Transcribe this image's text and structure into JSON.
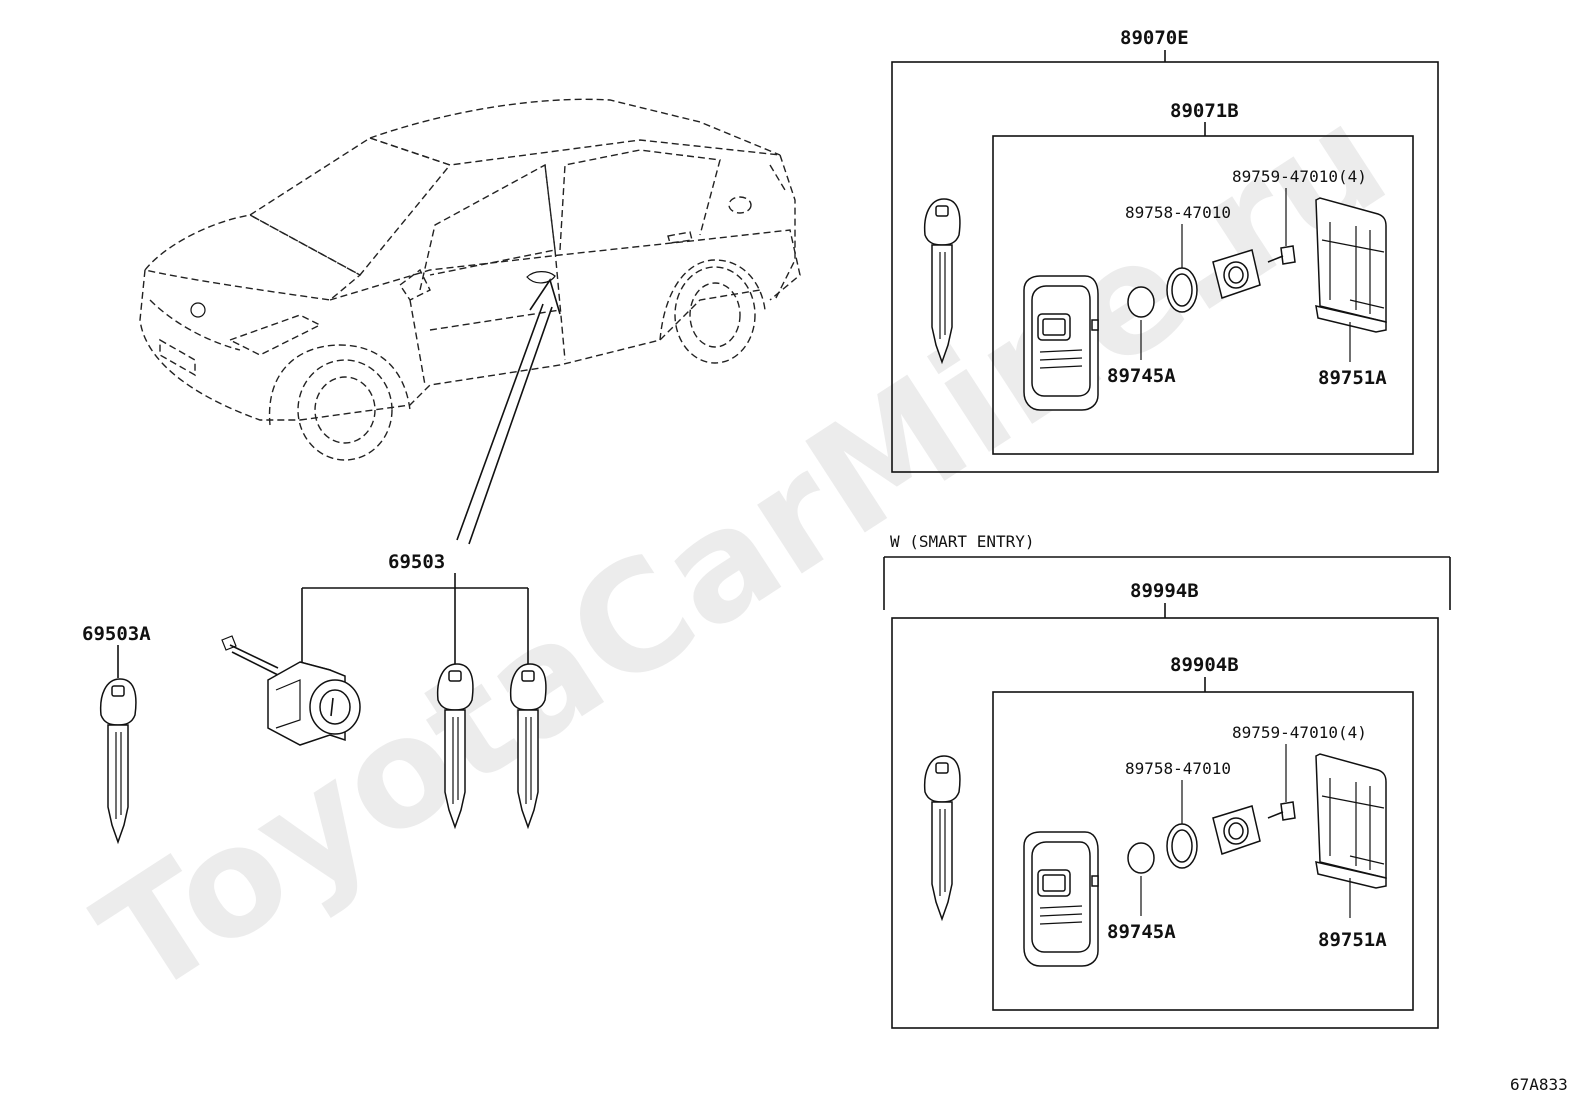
{
  "watermark": "ToyotaCarMine.ru",
  "figure_code": "67A833",
  "left": {
    "lock_set": "69503",
    "spare_key": "69503A"
  },
  "top_assembly": {
    "outer": "89070E",
    "inner": "89071B",
    "screw": "89759-47010(4)",
    "gasket": "89758-47010",
    "battery": "89745A",
    "case": "89751A"
  },
  "smart_entry": {
    "heading": "W (SMART ENTRY)",
    "outer": "89994B",
    "inner": "89904B",
    "screw": "89759-47010(4)",
    "gasket": "89758-47010",
    "battery": "89745A",
    "case": "89751A"
  }
}
